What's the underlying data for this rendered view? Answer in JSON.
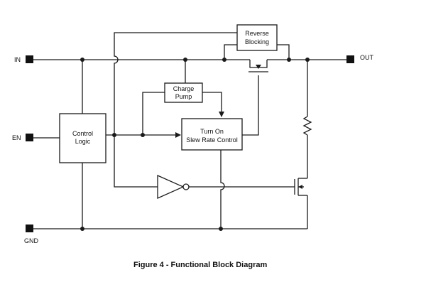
{
  "pins": {
    "in": "IN",
    "en": "EN",
    "gnd": "GND",
    "out": "OUT"
  },
  "blocks": {
    "reverse_blocking": [
      "Reverse",
      "Blocking"
    ],
    "charge_pump": [
      "Charge",
      "Pump"
    ],
    "control_logic": [
      "Control",
      "Logic"
    ],
    "turn_on": [
      "Turn On",
      "Slew Rate Control"
    ]
  },
  "caption": "Figure 4 - Functional Block Diagram"
}
